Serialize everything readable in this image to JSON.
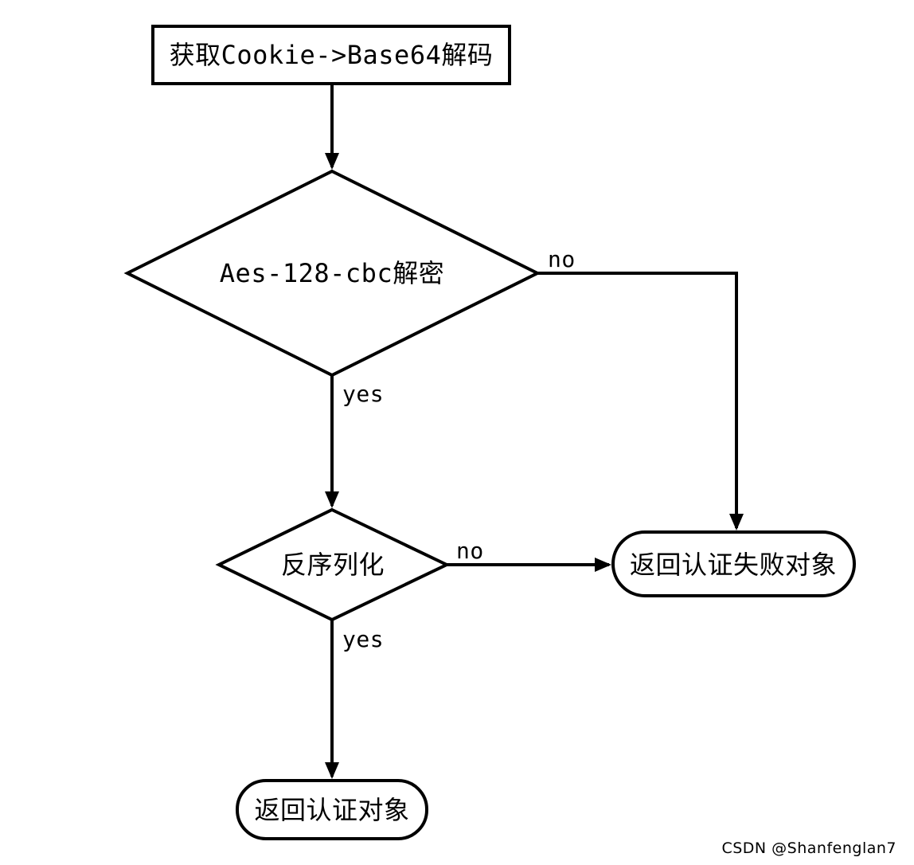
{
  "colors": {
    "stroke": "#000000",
    "shape_fill": "#ffffff",
    "watermark": "#9b9b9b"
  },
  "nodes": {
    "start": {
      "shape": "rectangle",
      "label": "获取Cookie->Base64解码"
    },
    "decrypt": {
      "shape": "diamond",
      "label": "Aes-128-cbc解密"
    },
    "deserialize": {
      "shape": "diamond",
      "label": "反序列化"
    },
    "fail": {
      "shape": "stadium",
      "label": "返回认证失败对象"
    },
    "success": {
      "shape": "stadium",
      "label": "返回认证对象"
    }
  },
  "edges": {
    "decrypt_no": {
      "label": "no"
    },
    "decrypt_yes": {
      "label": "yes"
    },
    "deserialize_no": {
      "label": "no"
    },
    "deserialize_yes": {
      "label": "yes"
    }
  },
  "watermark": {
    "text": "CSDN @Shanfenglan7"
  }
}
